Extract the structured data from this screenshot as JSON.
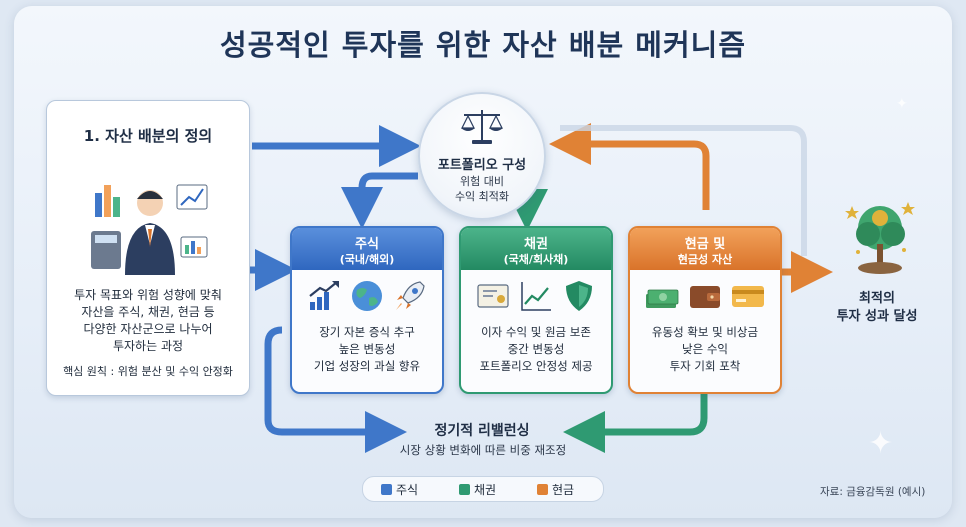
{
  "title": "성공적인 투자를 위한 자산 배분 메커니즘",
  "definition": {
    "heading": "1. 자산 배분의 정의",
    "text_lines": [
      "투자 목표와 위험 성향에 맞춰",
      "자산을 주식, 채권, 현금 등",
      "다양한 자산군으로 나누어",
      "투자하는 과정"
    ],
    "core_principle": "핵심 원칙 : 위험 분산 및 수익 안정화"
  },
  "portfolio": {
    "title": "포트폴리오 구성",
    "sub_lines": [
      "위험 대비",
      "수익 최적화"
    ],
    "icon": "balance-scale-icon"
  },
  "assets": [
    {
      "key": "stock",
      "title_line1": "주식",
      "title_line2": "(국내/해외)",
      "color": "#3f77c9",
      "icons": [
        "growth-chart-icon",
        "globe-icon",
        "rocket-icon"
      ],
      "desc_lines": [
        "장기 자본 증식 추구",
        "높은 변동성",
        "기업 성장의 과실 향유"
      ]
    },
    {
      "key": "bond",
      "title_line1": "채권",
      "title_line2": "(국채/회사채)",
      "color": "#2f9a72",
      "icons": [
        "certificate-icon",
        "line-chart-icon",
        "shield-icon"
      ],
      "desc_lines": [
        "이자 수익 및 원금 보존",
        "중간 변동성",
        "포트폴리오 안정성 제공"
      ]
    },
    {
      "key": "cash",
      "title_line1": "현금 및",
      "title_line2": "현금성 자산",
      "color": "#e08235",
      "icons": [
        "cash-stack-icon",
        "wallet-icon",
        "credit-card-icon"
      ],
      "desc_lines": [
        "유동성 확보 및 비상금",
        "낮은 수익",
        "투자 기회 포착"
      ]
    }
  ],
  "outcome": {
    "lines": [
      "최적의",
      "투자 성과 달성"
    ],
    "icon": "money-tree-icon"
  },
  "rebalancing": {
    "title": "정기적 리밸런싱",
    "subtitle": "시장 상황 변화에 따른 비중 재조정"
  },
  "legend": [
    {
      "label": "주식",
      "color": "#3f77c9"
    },
    {
      "label": "채권",
      "color": "#2f9a72"
    },
    {
      "label": "현금",
      "color": "#e08235"
    }
  ],
  "source": "자료: 금융감독원 (예시)"
}
